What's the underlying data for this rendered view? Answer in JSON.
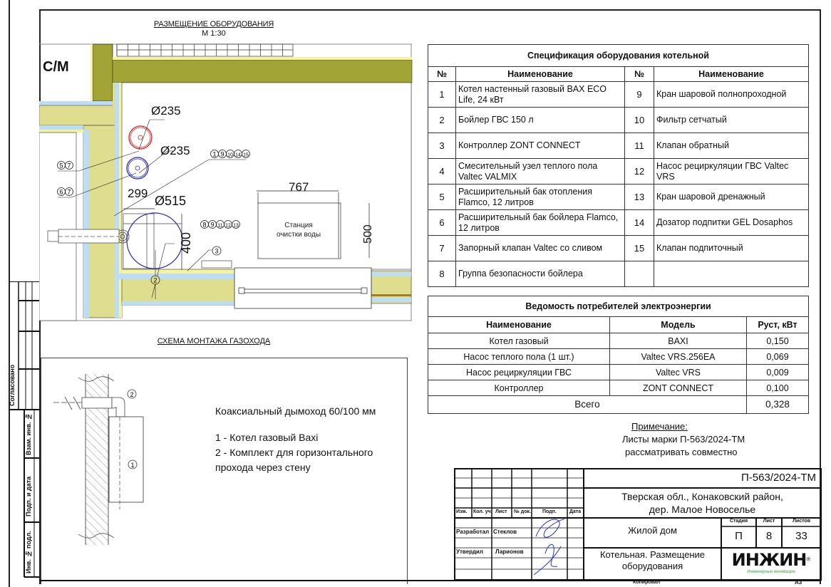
{
  "plan": {
    "title": "РАЗМЕЩЕНИЕ ОБОРУДОВАНИЯ",
    "scale": "М 1:30",
    "room_label": "С/М",
    "dim_d235_red": "Ø235",
    "dim_d235_blue": "Ø235",
    "dim_299": "299",
    "dim_d515": "Ø515",
    "dim_400": "400",
    "dim_767": "767",
    "dim_500": "500",
    "station_label_1": "Станция",
    "station_label_2": "очистки воды",
    "callouts": {
      "group_5_7": [
        "5",
        "7"
      ],
      "group_6_7": [
        "6",
        "7"
      ],
      "group_top": [
        "1",
        "9",
        "10",
        "14",
        "15"
      ],
      "group_mid": [
        "8",
        "9",
        "11",
        "12",
        "13"
      ],
      "c3": "3",
      "c2": "2"
    },
    "colors": {
      "wall_dark": "#a3a436",
      "wall_light": "#dede8e",
      "insulation": "#bddcf6",
      "hot_circle": "#d62020",
      "cold_circle": "#2a2ab8"
    }
  },
  "spec": {
    "title": "Спецификация оборудования котельной",
    "col_num": "№",
    "col_name": "Наименование",
    "rows": [
      {
        "n1": "1",
        "name1": "Котел настенный газовый BAX ECO Life, 24 кВт",
        "n2": "9",
        "name2": "Кран шаровой полнопроходной"
      },
      {
        "n1": "2",
        "name1": "Бойлер ГВС 150 л",
        "n2": "10",
        "name2": "Фильтр сетчатый"
      },
      {
        "n1": "3",
        "name1": "Контроллер ZONT CONNECT",
        "n2": "11",
        "name2": "Клапан обратный"
      },
      {
        "n1": "4",
        "name1": "Смесительный узел теплого пола Valtec VALMIX",
        "n2": "12",
        "name2": "Насос рециркуляции ГВС Valtec VRS"
      },
      {
        "n1": "5",
        "name1": "Расширительный бак отопления Flamco, 12 литров",
        "n2": "13",
        "name2": "Кран шаровой дренажный"
      },
      {
        "n1": "6",
        "name1": "Расширительный бак бойлера Flamco, 12 литров",
        "n2": "14",
        "name2": "Дозатор подпитки GEL Dosaphos"
      },
      {
        "n1": "7",
        "name1": "Запорный клапан Valtec со сливом",
        "n2": "15",
        "name2": "Клапан подпиточный"
      },
      {
        "n1": "8",
        "name1": "Группа безопасности бойлера",
        "n2": "",
        "name2": ""
      }
    ]
  },
  "power": {
    "title": "Ведомость потребителей электроэнергии",
    "col_name": "Наименование",
    "col_model": "Модель",
    "col_power": "Руст, кВт",
    "rows": [
      {
        "name": "Котел газовый",
        "model": "BAXI",
        "power": "0,150"
      },
      {
        "name": "Насос теплого пола (1 шт.)",
        "model": "Valtec VRS.256EA",
        "power": "0,069"
      },
      {
        "name": "Насос рециркуляции ГВС",
        "model": "Valtec VRS",
        "power": "0,009"
      },
      {
        "name": "Контроллер",
        "model": "ZONT CONNECT",
        "power": "0,100"
      }
    ],
    "total_label": "Всего",
    "total_value": "0,328"
  },
  "note": {
    "title": "Примечание:",
    "line1": "Листы марки П-563/2024-ТМ",
    "line2": "рассматривать совместно"
  },
  "flue": {
    "title": "СХЕМА МОНТАЖА ГАЗОХОДА",
    "heading": "Коаксиальный дымоход 60/100 мм",
    "item1": "1 - Котел газовый Baxi",
    "item2a": "2 - Комплект для горизонтального",
    "item2b": "прохода через стену",
    "callout1": "1",
    "callout2": "2"
  },
  "side_stamp": {
    "agreed": "Согласовано",
    "inv_replace": "Взам. инв. №",
    "sign_date": "Подп. и дата",
    "inv_orig": "Инв. № подл."
  },
  "title_block": {
    "doc_code": "П-563/2024-ТМ",
    "address_1": "Тверская обл., Конаковский район,",
    "address_2": "дер. Малое Новоселье",
    "object": "Жилой дом",
    "sheet_title_1": "Котельная. Размещение",
    "sheet_title_2": "оборудования",
    "stage_label": "Стадия",
    "sheet_label": "Лист",
    "sheets_label": "Листов",
    "stage": "П",
    "sheet": "8",
    "sheets": "33",
    "col_change": "Изм.",
    "col_qty": "Кол. уч.",
    "col_sheet": "Лист",
    "col_doc": "№ док.",
    "col_sign": "Подп.",
    "col_date": "Дата",
    "developed_label": "Разработал",
    "developed_name": "Стеклов",
    "approved_label": "Утвердил",
    "approved_name": "Ларионов",
    "logo": "ИНЖИН",
    "logo_reg": "®",
    "logo_sub": "Инженерные инновации",
    "copied": "Копировал",
    "format": "А3"
  }
}
